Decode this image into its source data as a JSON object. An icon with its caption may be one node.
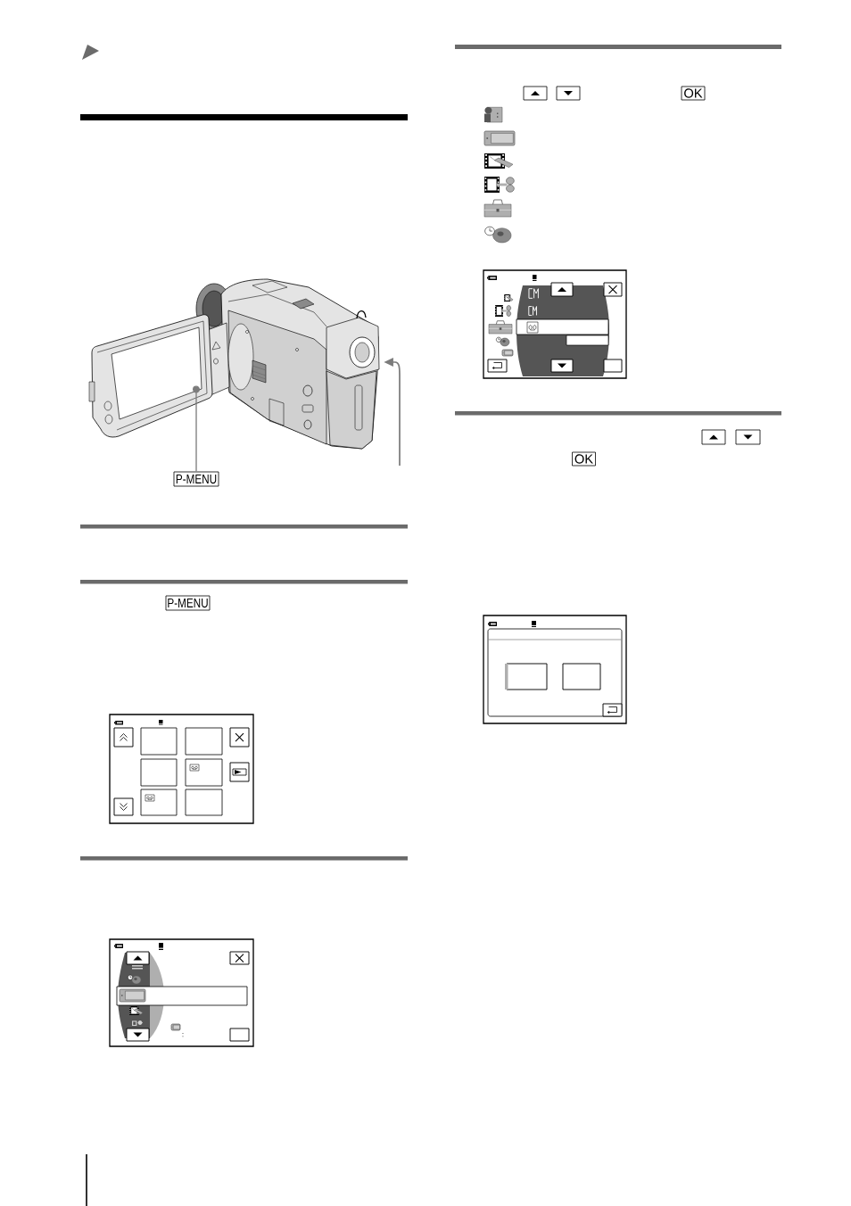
{
  "diagram": {
    "nodes": [
      {
        "text": [],
        "shape": "picture"
      },
      {
        "text": [],
        "shape": "box"
      },
      {
        "text": [
          "P-MENU"
        ]
      },
      {
        "text": [
          "P-MENU"
        ]
      },
      {
        "text": [
          "OK"
        ]
      },
      {
        "text": [
          "OK"
        ]
      }
    ],
    "edges": [
      {
        "from": 2,
        "to": 1,
        "arrow": "to"
      },
      {
        "from": null,
        "to": 0,
        "arrow": "to"
      }
    ]
  }
}
